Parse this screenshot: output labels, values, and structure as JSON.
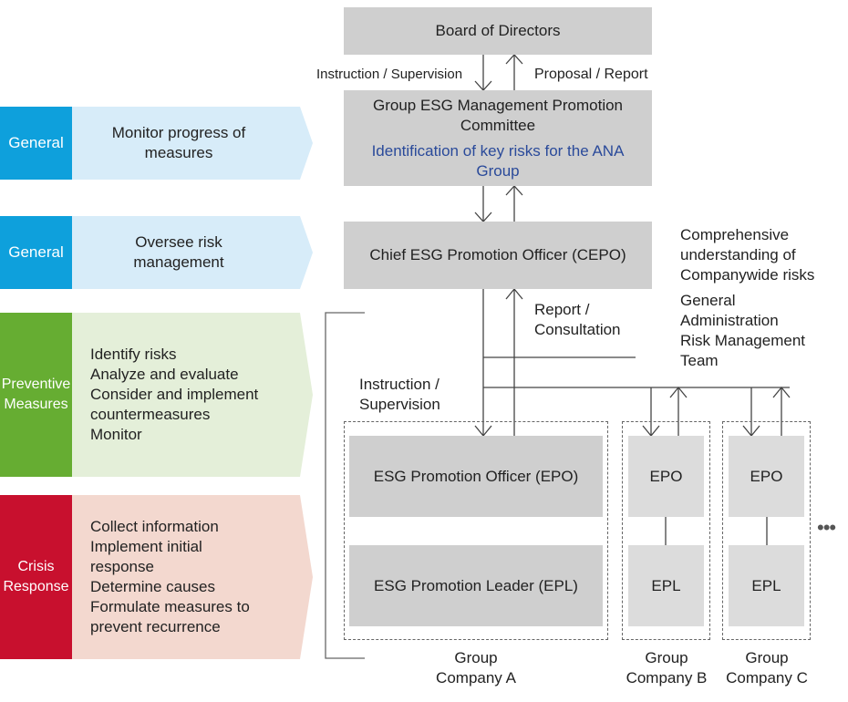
{
  "colors": {
    "general_tag": "#0ea0dc",
    "general_band": "#d7ecf9",
    "preventive_tag": "#66ad32",
    "preventive_band": "#e4efd9",
    "crisis_tag": "#c8102e",
    "crisis_band": "#f3d8cf",
    "box_dark": "#cfcfcf",
    "box_light": "#dcdcdc",
    "accent_text": "#2a4a9a"
  },
  "left_panel": [
    {
      "tag": "General",
      "lines": [
        "Monitor progress of",
        "measures"
      ]
    },
    {
      "tag": "General",
      "lines": [
        "Oversee risk",
        "management"
      ]
    },
    {
      "tag": [
        "Preventive",
        "Measures"
      ],
      "lines": [
        "Identify risks",
        "Analyze and evaluate",
        "Consider and implement",
        "countermeasures",
        "Monitor"
      ]
    },
    {
      "tag": [
        "Crisis",
        "Response"
      ],
      "lines": [
        "Collect information",
        "Implement initial",
        "response",
        "Determine causes",
        "Formulate measures to",
        "prevent recurrence"
      ]
    }
  ],
  "org": {
    "board": "Board of Directors",
    "instruction_supervision_top": "Instruction / Supervision",
    "proposal_report": "Proposal / Report",
    "committee": [
      "Group ESG Management Promotion",
      "Committee"
    ],
    "committee_note": [
      "Identification of key risks for the ANA",
      "Group"
    ],
    "cepo": "Chief ESG Promotion Officer (CEPO)",
    "cepo_note": [
      "Comprehensive",
      "understanding of",
      "Companywide risks"
    ],
    "risk_team": [
      "General",
      "Administration",
      "Risk Management",
      "Team"
    ],
    "report_consultation": [
      "Report /",
      "Consultation"
    ],
    "instruction_supervision_mid": [
      "Instruction /",
      "Supervision"
    ],
    "company_a": {
      "epo": "ESG Promotion Officer (EPO)",
      "epl": "ESG Promotion Leader (EPL)",
      "label": [
        "Group",
        "Company A"
      ]
    },
    "company_b": {
      "epo": "EPO",
      "epl": "EPL",
      "label": [
        "Group",
        "Company B"
      ]
    },
    "company_c": {
      "epo": "EPO",
      "epl": "EPL",
      "label": [
        "Group",
        "Company C"
      ]
    },
    "more": "•••"
  }
}
